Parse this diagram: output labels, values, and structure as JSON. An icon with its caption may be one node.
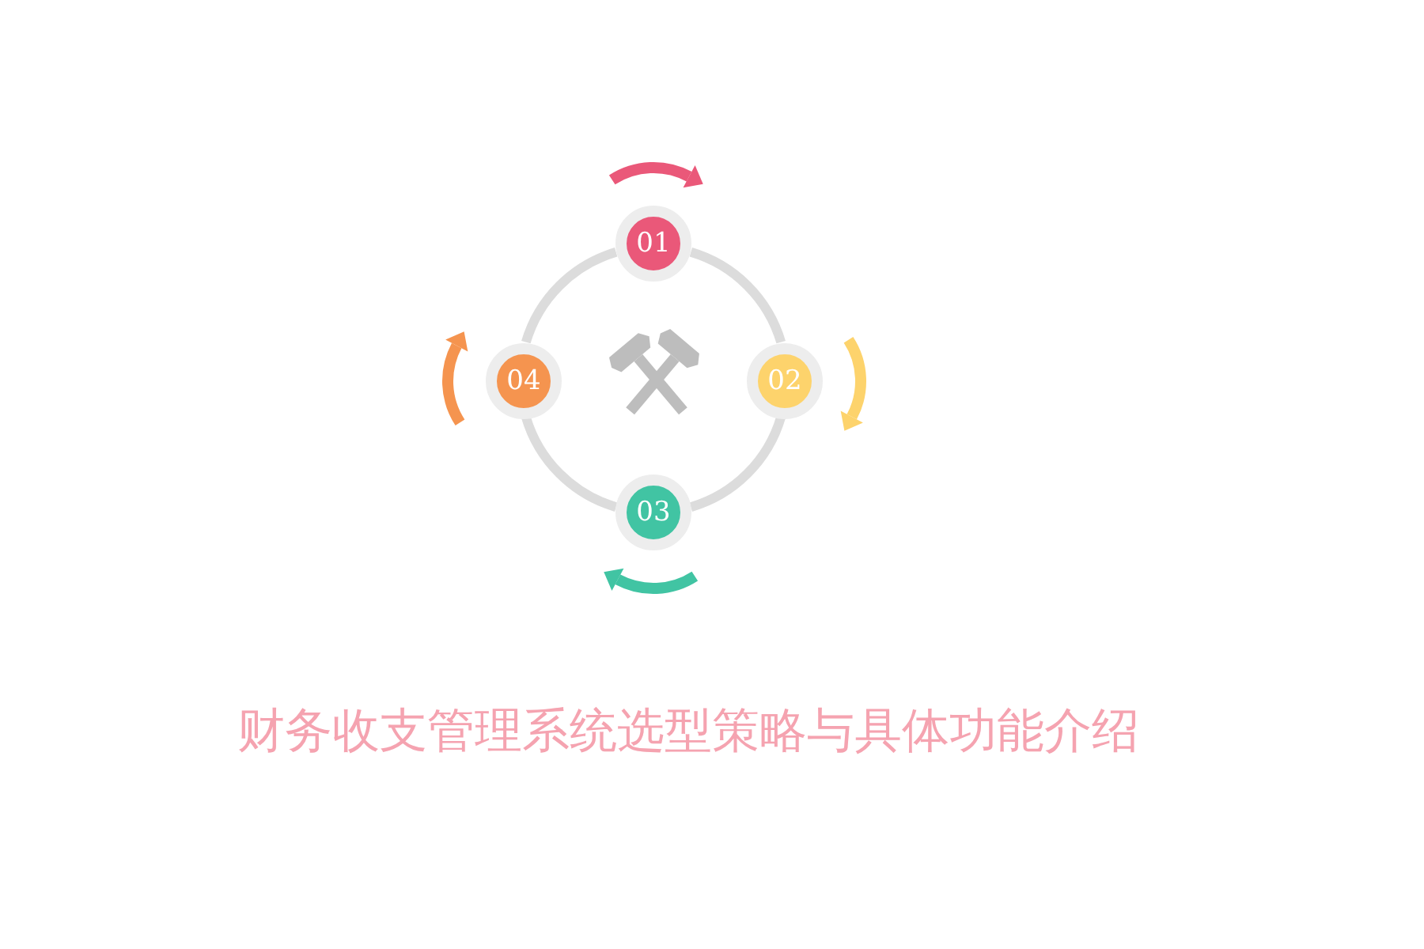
{
  "diagram": {
    "title": "财务收支管理系统选型策略与具体功能介绍",
    "nodes": [
      {
        "text": [
          "01"
        ]
      },
      {
        "text": [
          "02"
        ]
      },
      {
        "text": [
          "03"
        ]
      },
      {
        "text": [
          "04"
        ]
      }
    ],
    "edges": [
      {
        "from": 0,
        "to": 1,
        "arrow": "none"
      },
      {
        "from": 1,
        "to": 2,
        "arrow": "none"
      },
      {
        "from": 2,
        "to": 3,
        "arrow": "none"
      },
      {
        "from": 3,
        "to": 0,
        "arrow": "none"
      }
    ]
  }
}
